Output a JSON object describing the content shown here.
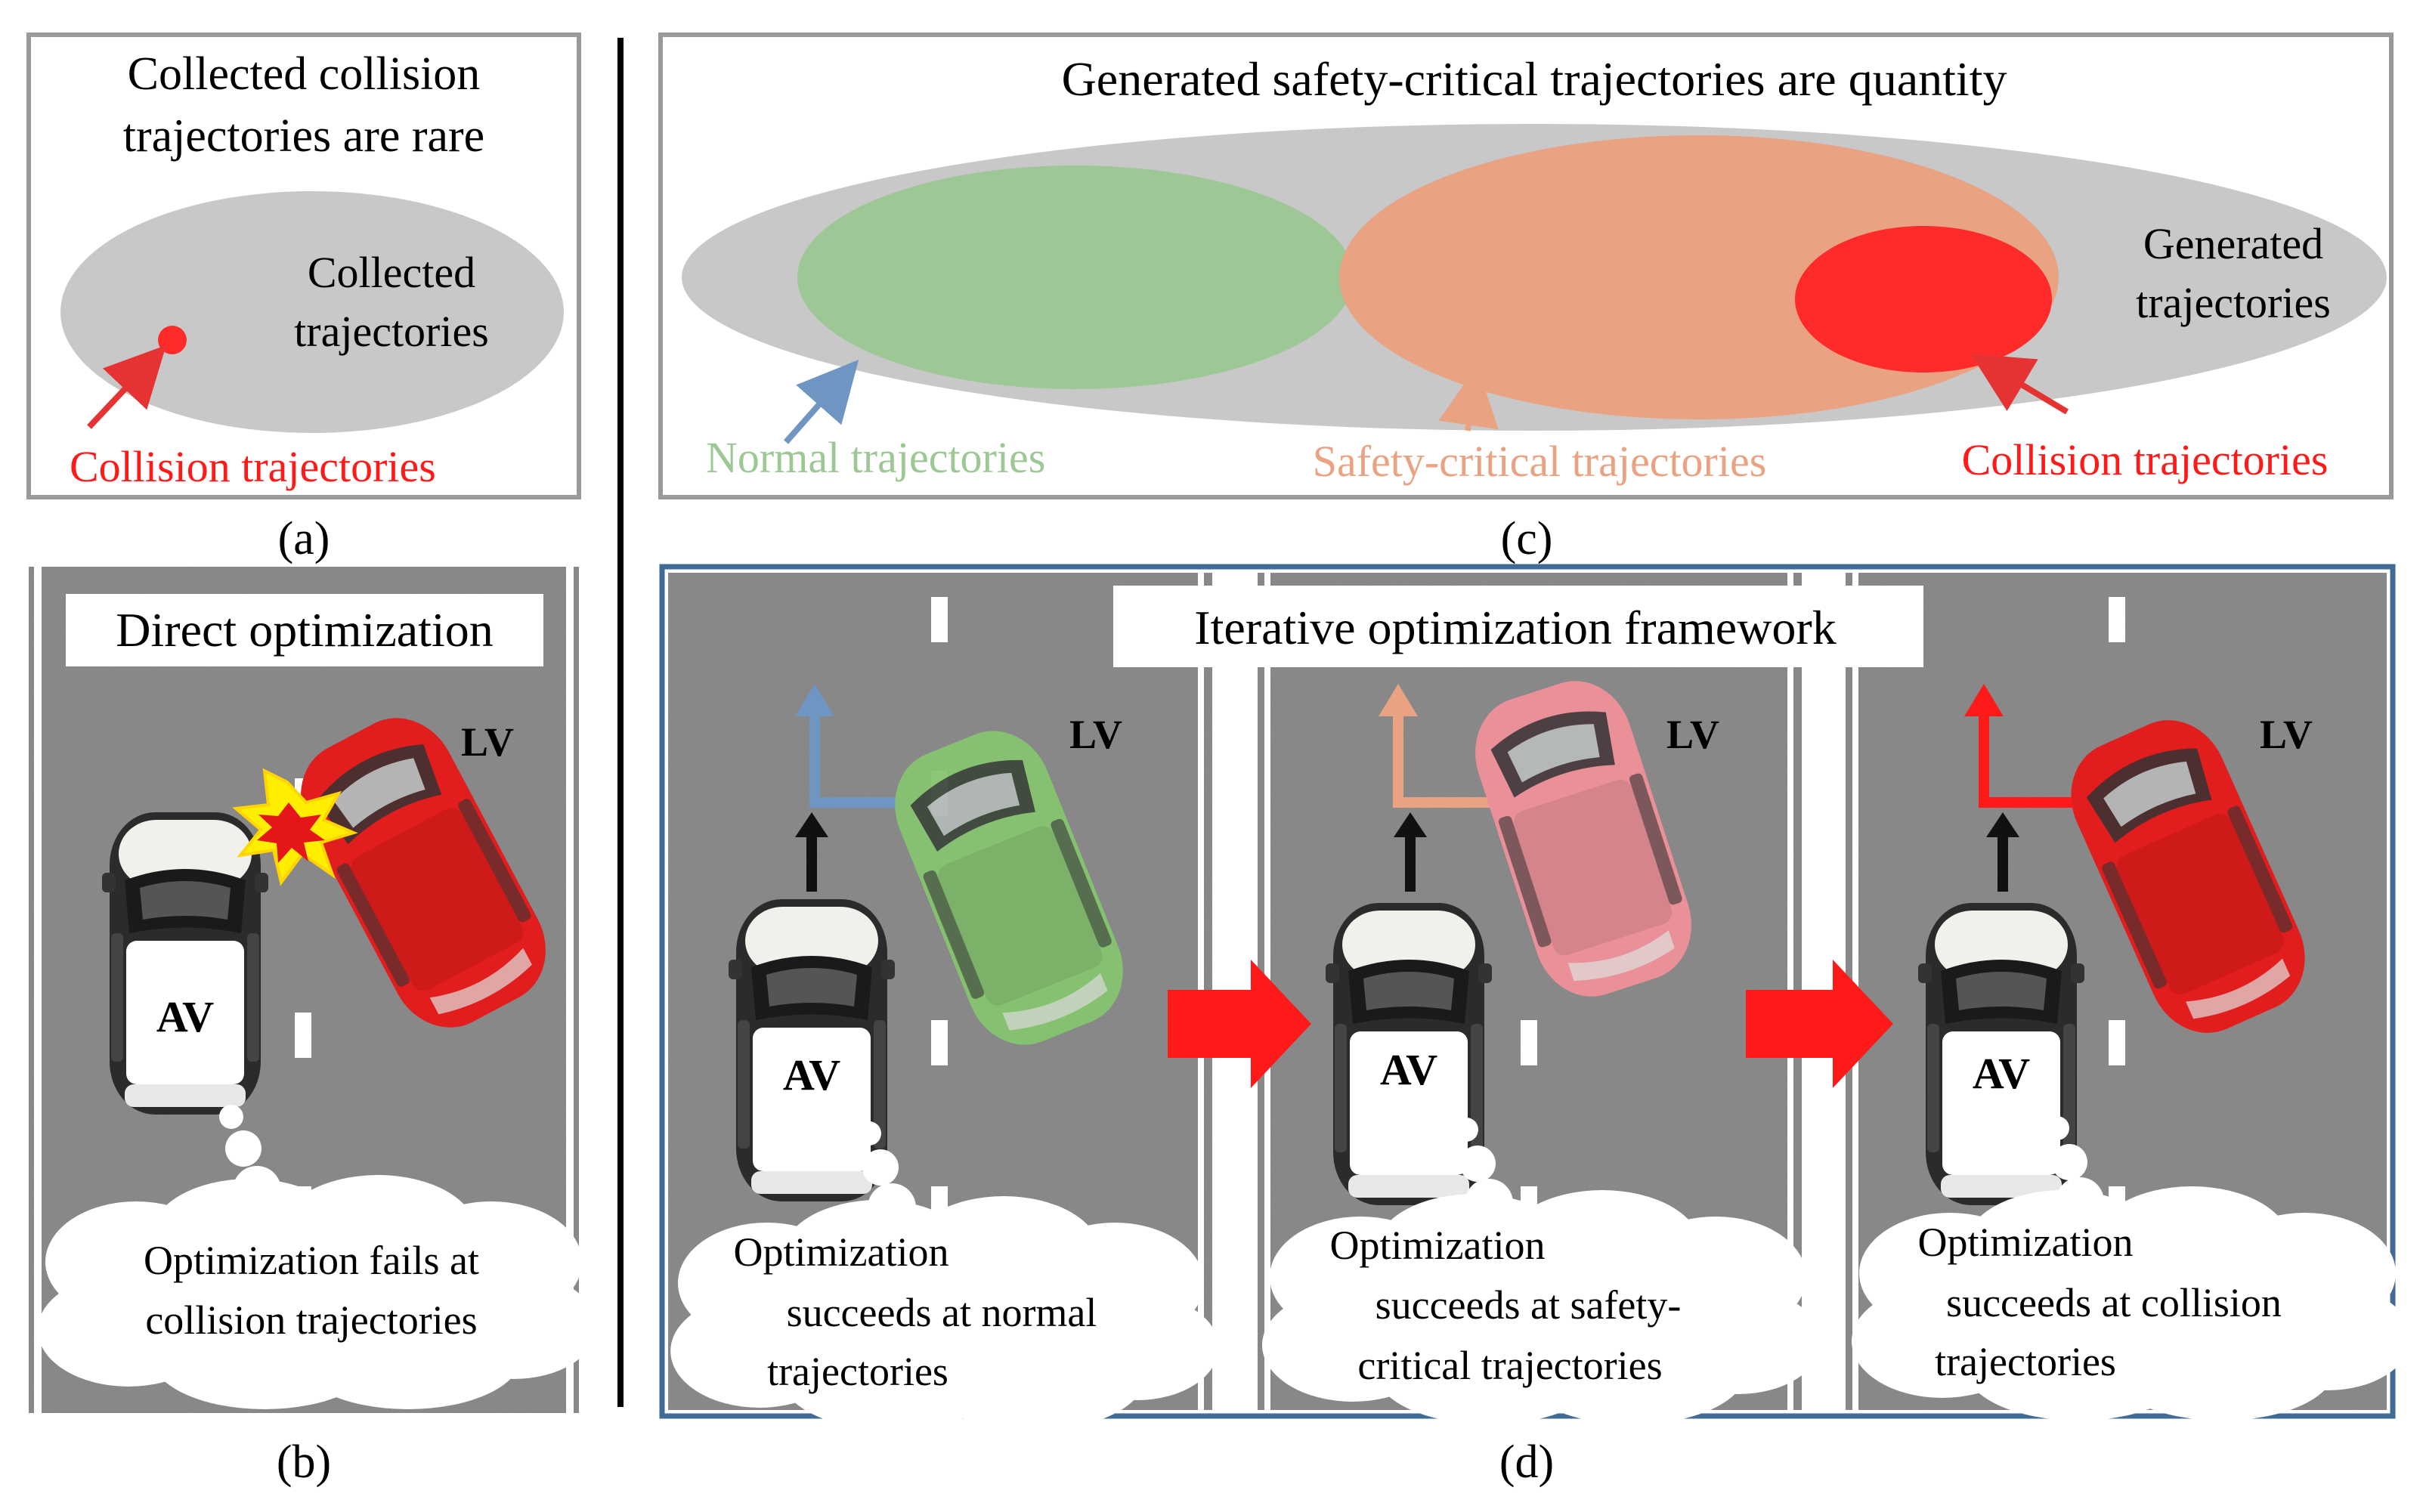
{
  "panel_a": {
    "caption": "(a)",
    "title_line1": "Collected collision",
    "title_line2": "trajectories are rare",
    "ellipse_label_line1": "Collected",
    "ellipse_label_line2": "trajectories",
    "pointer_label": "Collision trajectories"
  },
  "panel_b": {
    "caption": "(b)",
    "title": "Direct optimization",
    "av_label": "AV",
    "lv_label": "LV",
    "cloud_line1": "Optimization fails at",
    "cloud_line2": "collision trajectories"
  },
  "panel_c": {
    "caption": "(c)",
    "title": "Generated safety-critical trajectories are quantity",
    "outer_label_line1": "Generated",
    "outer_label_line2": "trajectories",
    "normal_label": "Normal trajectories",
    "safety_label": "Safety-critical trajectories",
    "collision_label": "Collision trajectories"
  },
  "panel_d": {
    "caption": "(d)",
    "title": "Iterative optimization framework",
    "scenes": [
      {
        "av_label": "AV",
        "lv_label": "LV",
        "cloud_line1": "Optimization",
        "cloud_line2": "succeeds  at normal",
        "cloud_line3": "trajectories"
      },
      {
        "av_label": "AV",
        "lv_label": "LV",
        "cloud_line1": "Optimization",
        "cloud_line2": "succeeds at safety-",
        "cloud_line3": "critical trajectories"
      },
      {
        "av_label": "AV",
        "lv_label": "LV",
        "cloud_line1": "Optimization",
        "cloud_line2": "succeeds at collision",
        "cloud_line3": "trajectories"
      }
    ]
  },
  "colors": {
    "normal": "#9dc896",
    "safety_critical": "#e9a382",
    "collision": "#ff2b2b",
    "gray_ellipse": "#c8c8c8",
    "road": "#8e8e8e",
    "frame_d": "#3f6b96",
    "normal_arrow": "#6f96c2"
  }
}
